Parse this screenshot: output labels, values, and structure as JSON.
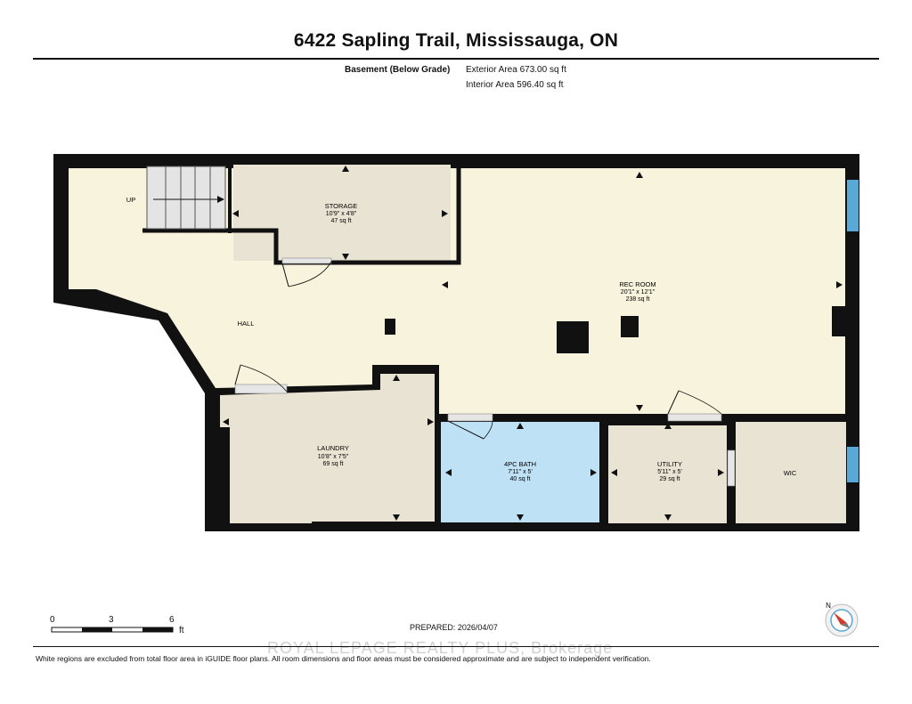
{
  "header": {
    "address": "6422 Sapling Trail, Mississauga, ON",
    "level": "Basement (Below Grade)",
    "exterior_area": "Exterior Area 673.00 sq ft",
    "interior_area": "Interior Area 596.40 sq ft"
  },
  "rooms": {
    "storage": {
      "name": "STORAGE",
      "dims": "10'9\" x 4'8\"",
      "area": "47 sq ft"
    },
    "rec_room": {
      "name": "REC ROOM",
      "dims": "20'1\" x 12'1\"",
      "area": "238 sq ft"
    },
    "hall": {
      "name": "HALL"
    },
    "laundry": {
      "name": "LAUNDRY",
      "dims": "10'8\" x 7'5\"",
      "area": "69 sq ft"
    },
    "bath": {
      "name": "4PC BATH",
      "dims": "7'11\" x 5'",
      "area": "40 sq ft"
    },
    "utility": {
      "name": "UTILITY",
      "dims": "5'11\" x 5'",
      "area": "29 sq ft"
    },
    "wic": {
      "name": "WIC"
    },
    "stairs": {
      "label": "UP"
    }
  },
  "colors": {
    "hall": "#f7f3dc",
    "room": "#e9e3d4",
    "bath": "#bfe1f5",
    "wall": "#111111",
    "window": "#5aa8d6"
  },
  "scale": {
    "ticks": [
      "0",
      "3",
      "6"
    ],
    "unit": "ft"
  },
  "compass": {
    "label": "N"
  },
  "footer": {
    "prepared": "PREPARED: 2026/04/07",
    "watermark": "ROYAL LEPAGE REALTY PLUS, Brokerage",
    "disclaimer": "White regions are excluded from total floor area in iGUIDE floor plans. All room dimensions and floor areas must be considered approximate and are subject to independent verification."
  }
}
